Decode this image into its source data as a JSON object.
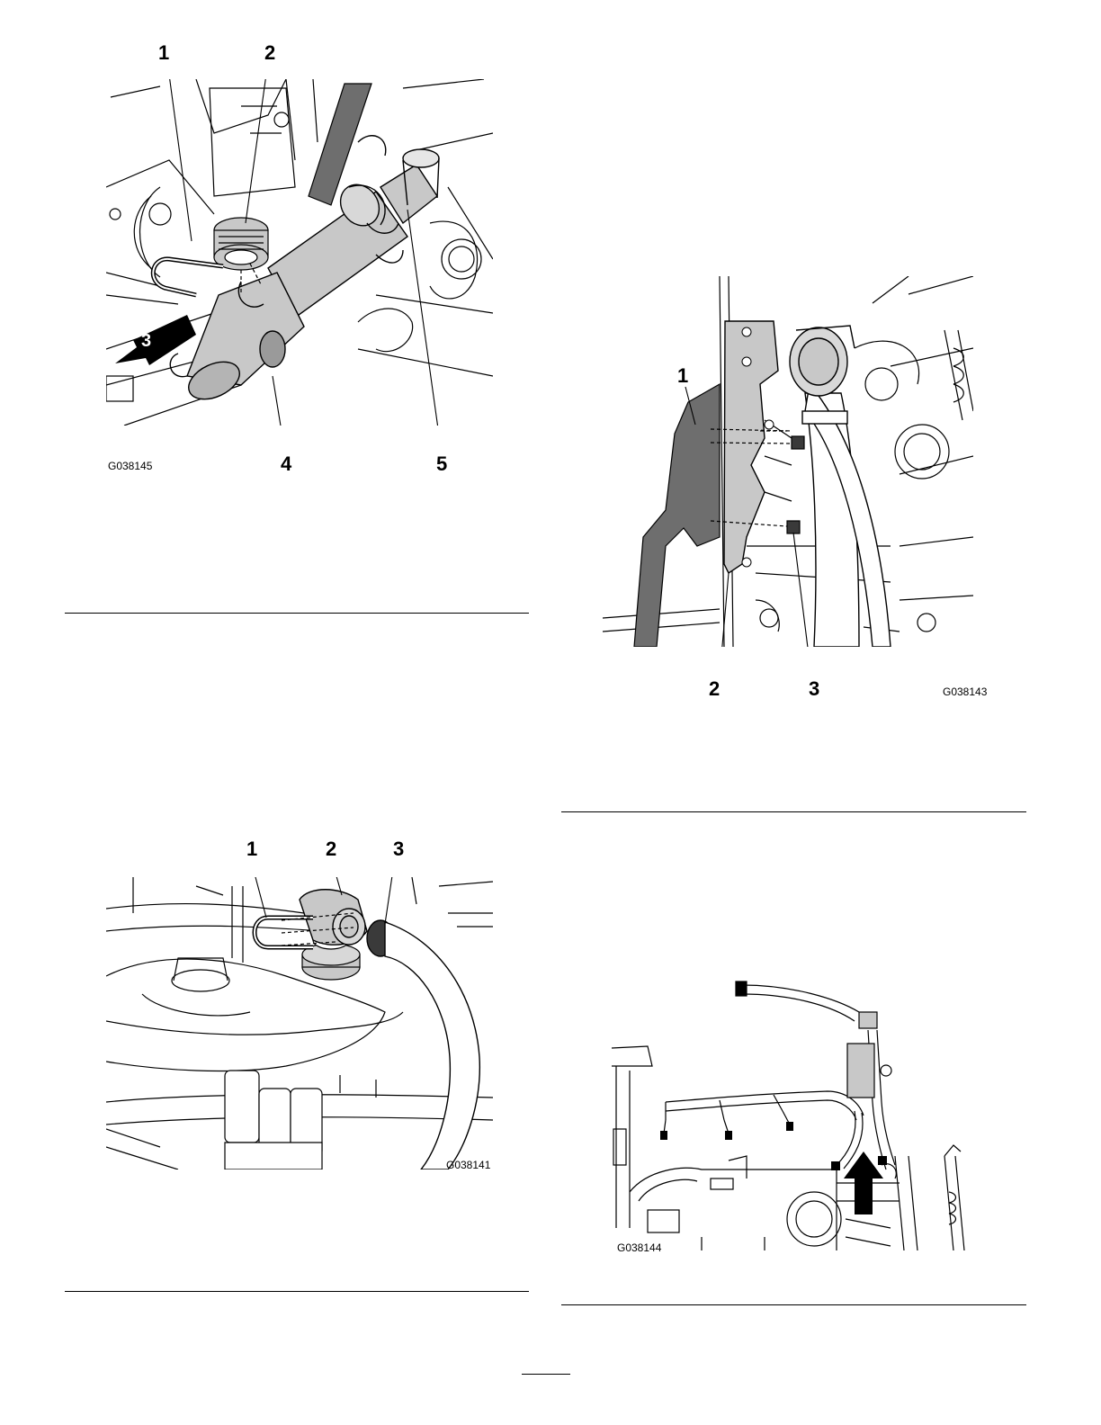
{
  "figures": [
    {
      "id": "fig1",
      "code": "G038145",
      "callouts": [
        "1",
        "2",
        "3",
        "4",
        "5"
      ]
    },
    {
      "id": "fig2",
      "code": "G038141",
      "callouts": [
        "1",
        "2",
        "3"
      ]
    },
    {
      "id": "fig3",
      "code": "G038143",
      "callouts": [
        "1",
        "2",
        "3"
      ]
    },
    {
      "id": "fig4",
      "code": "G038144",
      "callouts": []
    }
  ],
  "colors": {
    "line": "#000000",
    "part_fill": "#c8c8c8",
    "dark_part": "#6e6e6e",
    "background": "#ffffff"
  },
  "icons": [
    "direction-arrow-icon",
    "up-arrow-icon"
  ]
}
